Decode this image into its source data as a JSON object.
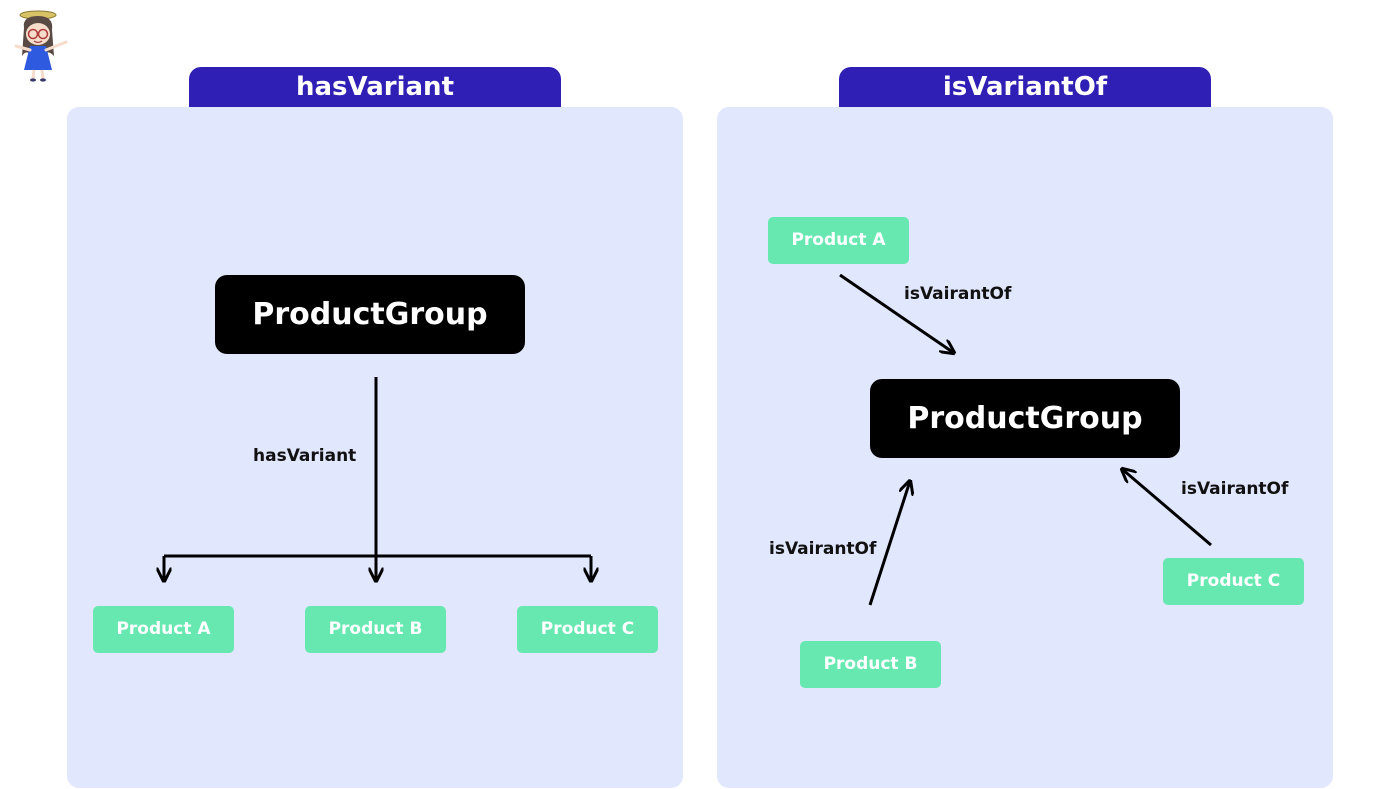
{
  "left": {
    "title": "hasVariant",
    "group": "ProductGroup",
    "edge_label": "hasVariant",
    "products": [
      "Product A",
      "Product B",
      "Product C"
    ]
  },
  "right": {
    "title": "isVariantOf",
    "group": "ProductGroup",
    "edge_labels": [
      "isVairantOf",
      "isVairantOf",
      "isVairantOf"
    ],
    "products": [
      "Product A",
      "Product B",
      "Product C"
    ]
  },
  "colors": {
    "tab": "#301fb4",
    "panel": "#e1e7fc",
    "group_box": "#000000",
    "product_box": "#67e8b1"
  },
  "icons": {
    "avatar": "chibi-mascot-icon"
  }
}
